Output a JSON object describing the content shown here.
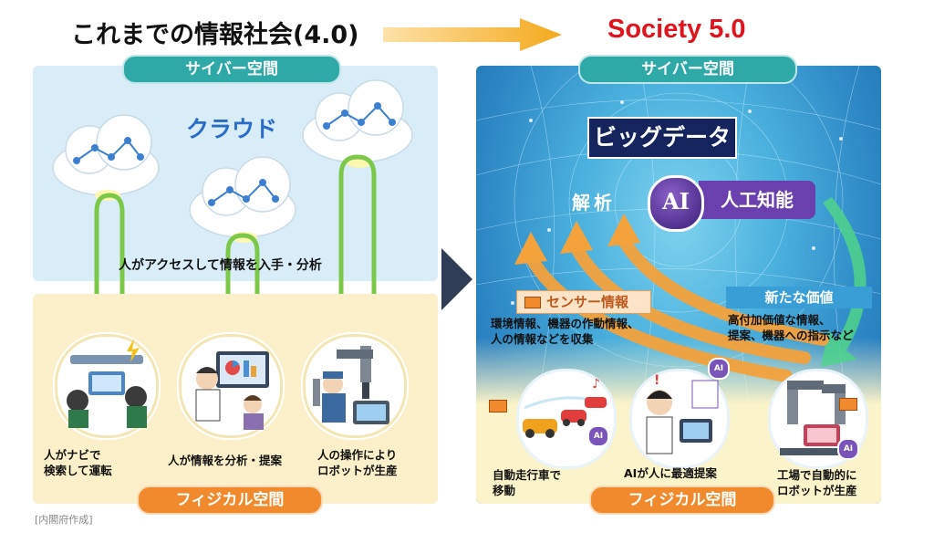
{
  "header": {
    "left_title": "これまでの情報社会(4.0)",
    "right_title": "Society 5.0"
  },
  "left": {
    "cyber_label": "サイバー空間",
    "cloud_label": "クラウド",
    "access_text": "人がアクセスして情報を入手・分析",
    "physical_label": "フィジカル空間",
    "scenes": [
      {
        "line1": "人がナビで",
        "line2": "検索して運転"
      },
      {
        "line1": "人が情報を分析・提案",
        "line2": ""
      },
      {
        "line1": "人の操作により",
        "line2": "ロボットが生産"
      }
    ]
  },
  "right": {
    "cyber_label": "サイバー空間",
    "bigdata_label": "ビッグデータ",
    "analysis_label": "解析",
    "ai_label": "AI",
    "ai_full_label": "人工知能",
    "sensor_label": "センサー情報",
    "sensor_desc": [
      "環境情報、機器の作動情報、",
      "人の情報などを収集"
    ],
    "value_label": "新たな価値",
    "value_desc": [
      "高付加価値な情報、",
      "提案、機器への指示など"
    ],
    "physical_label": "フィジカル空間",
    "scenes": [
      {
        "line1": "自動走行車で",
        "line2": "移動"
      },
      {
        "line1": "AIが人に最適提案",
        "line2": ""
      },
      {
        "line1": "工場で自動的に",
        "line2": "ロボットが生産"
      }
    ],
    "badge": "AI"
  },
  "credit": "[内閣府作成]",
  "colors": {
    "accent_red": "#e0141e",
    "cyber_teal": "#2fa8a8",
    "physical_orange": "#f08a2c",
    "arrow_green": "#7cc94a",
    "bigdata_navy": "#15245c",
    "ai_purple": "#6a3fae"
  }
}
